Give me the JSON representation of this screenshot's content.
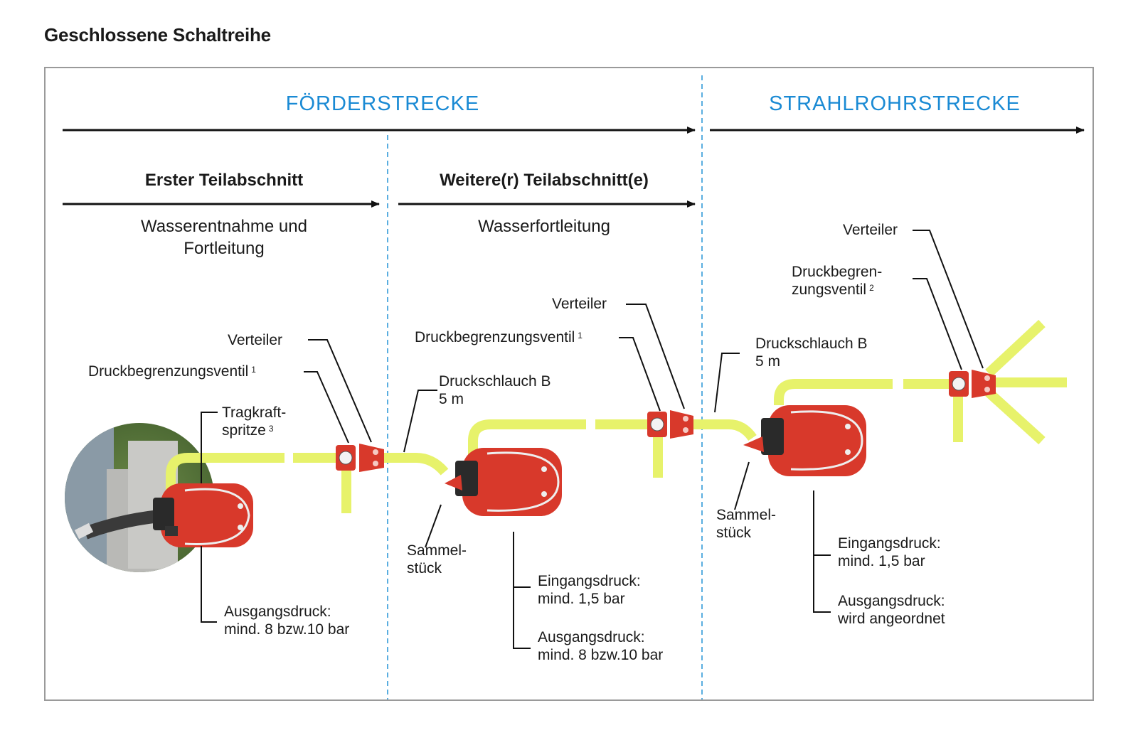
{
  "title": "Geschlossene Schaltreihe",
  "sections": {
    "foerderstrecke": "FÖRDERSTRECKE",
    "strahlrohrstrecke": "STRAHLROHRSTRECKE"
  },
  "subsections": [
    {
      "heading": "Erster Teilabschnitt",
      "description_line1": "Wasserentnahme und",
      "description_line2": "Fortleitung"
    },
    {
      "heading": "Weitere(r) Teilabschnitt(e)",
      "description_line1": "Wasserfortleitung",
      "description_line2": ""
    }
  ],
  "labels": {
    "s1_verteiler": "Verteiler",
    "s1_ventil": "Druckbegrenzungsventil",
    "s1_ventil_note": "1",
    "s1_tragkraft_1": "Tragkraft-",
    "s1_tragkraft_2": "spritze",
    "s1_tragkraft_note": "3",
    "s1_ausgang_1": "Ausgangsdruck:",
    "s1_ausgang_2": "mind. 8 bzw.10 bar",
    "s2_schlauch_1": "Druckschlauch B",
    "s2_schlauch_2": "5 m",
    "s2_verteiler": "Verteiler",
    "s2_ventil": "Druckbegrenzungsventil",
    "s2_ventil_note": "1",
    "s2_sammel_1": "Sammel-",
    "s2_sammel_2": "stück",
    "s2_eingang_1": "Eingangsdruck:",
    "s2_eingang_2": "mind. 1,5 bar",
    "s2_ausgang_1": "Ausgangsdruck:",
    "s2_ausgang_2": "mind. 8 bzw.10 bar",
    "s3_schlauch_1": "Druckschlauch B",
    "s3_schlauch_2": "5 m",
    "s3_verteiler": "Verteiler",
    "s3_ventil_1": "Druckbegren-",
    "s3_ventil_2": "zungsventil",
    "s3_ventil_note": "2",
    "s3_sammel_1": "Sammel-",
    "s3_sammel_2": "stück",
    "s3_eingang_1": "Eingangsdruck:",
    "s3_eingang_2": "mind. 1,5 bar",
    "s3_ausgang_1": "Ausgangsdruck:",
    "s3_ausgang_2": "wird angeordnet"
  },
  "colors": {
    "section_blue": "#1a8ad4",
    "hose_yellow": "#e7f26b",
    "pump_red": "#d8392b",
    "frame_gray": "#9a9a9a",
    "divider_blue": "#5aaee0"
  }
}
